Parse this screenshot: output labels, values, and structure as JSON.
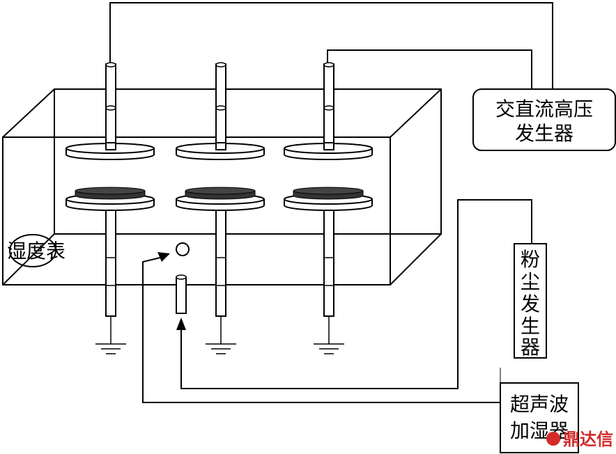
{
  "labels": {
    "hv_generator_line1": "交直流高压",
    "hv_generator_line2": "发生器",
    "dust_generator": [
      "粉",
      "尘",
      "发",
      "生",
      "器"
    ],
    "humidifier_line1": "超声波",
    "humidifier_line2": "加湿器",
    "hygrometer": "湿度表",
    "watermark": "鼎达信"
  },
  "colors": {
    "stroke": "#000000",
    "sample_dark": "#333333",
    "watermark": "#d42a2a"
  }
}
